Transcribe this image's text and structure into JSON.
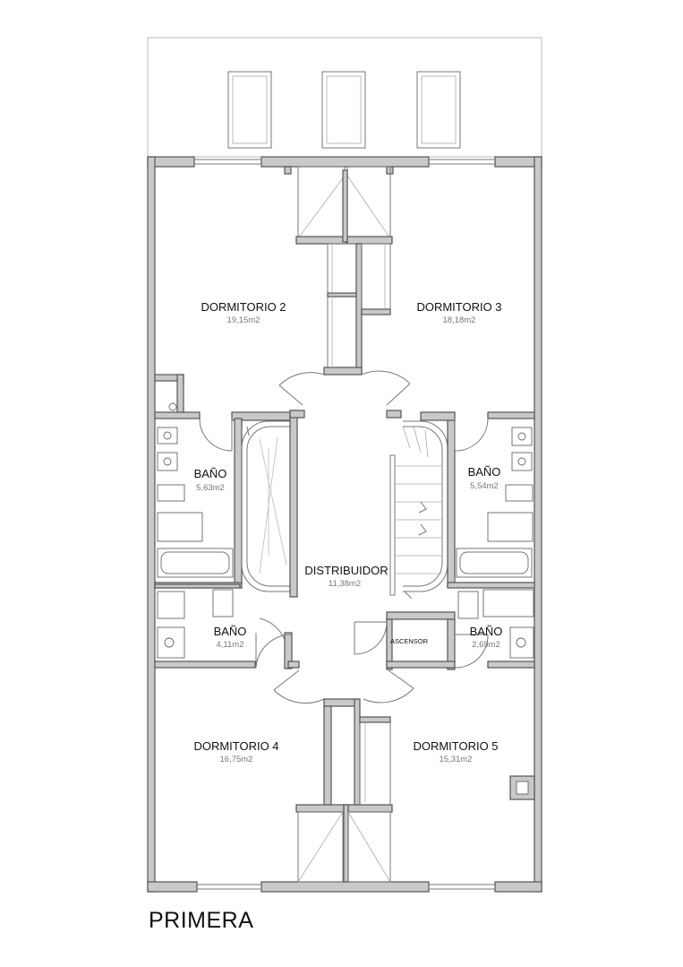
{
  "floor": {
    "title": "PRIMERA"
  },
  "rooms": [
    {
      "id": "dormitorio-2",
      "name": "DORMITORIO 2",
      "area": "19,15m2"
    },
    {
      "id": "dormitorio-3",
      "name": "DORMITORIO 3",
      "area": "18,18m2"
    },
    {
      "id": "bano-left-top",
      "name": "BAÑO",
      "area": "5,63m2"
    },
    {
      "id": "bano-right-top",
      "name": "BAÑO",
      "area": "5,54m2"
    },
    {
      "id": "distribuidor",
      "name": "DISTRIBUIDOR",
      "area": "11,38m2"
    },
    {
      "id": "bano-left-bottom",
      "name": "BAÑO",
      "area": "4,11m2"
    },
    {
      "id": "bano-right-bottom",
      "name": "BAÑO",
      "area": "2,69m2"
    },
    {
      "id": "dormitorio-4",
      "name": "DORMITORIO 4",
      "area": "16,75m2"
    },
    {
      "id": "dormitorio-5",
      "name": "DORMITORIO 5",
      "area": "15,31m2"
    }
  ],
  "labels": {
    "elevator": "ASCENSOR"
  }
}
